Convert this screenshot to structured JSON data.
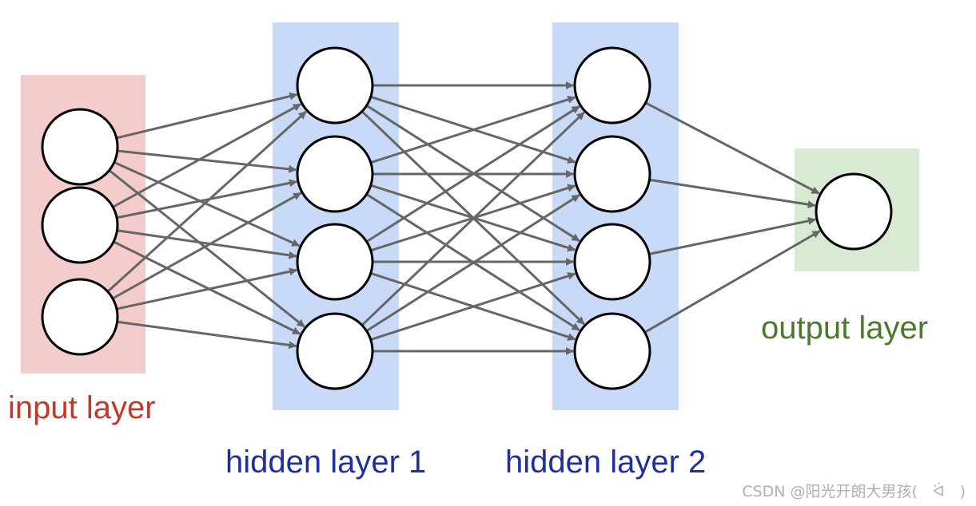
{
  "diagram": {
    "type": "neural-network",
    "layers": [
      {
        "id": "input",
        "label": "input layer",
        "nodes": 3,
        "bg": "#f4cccc",
        "label_color": "#c0392b"
      },
      {
        "id": "hidden1",
        "label": "hidden layer 1",
        "nodes": 4,
        "bg": "#c9daf8",
        "label_color": "#1f2fa0"
      },
      {
        "id": "hidden2",
        "label": "hidden layer 2",
        "nodes": 4,
        "bg": "#c9daf8",
        "label_color": "#1f2fa0"
      },
      {
        "id": "output",
        "label": "output layer",
        "nodes": 1,
        "bg": "#d9ead3",
        "label_color": "#4a7a2a"
      }
    ],
    "connections": "fully-connected",
    "edge_color": "#666666",
    "node_fill": "#ffffff",
    "node_stroke": "#000000"
  },
  "watermark": {
    "text": "CSDN @阳光开朗大男孩(　ᐛ　)"
  }
}
